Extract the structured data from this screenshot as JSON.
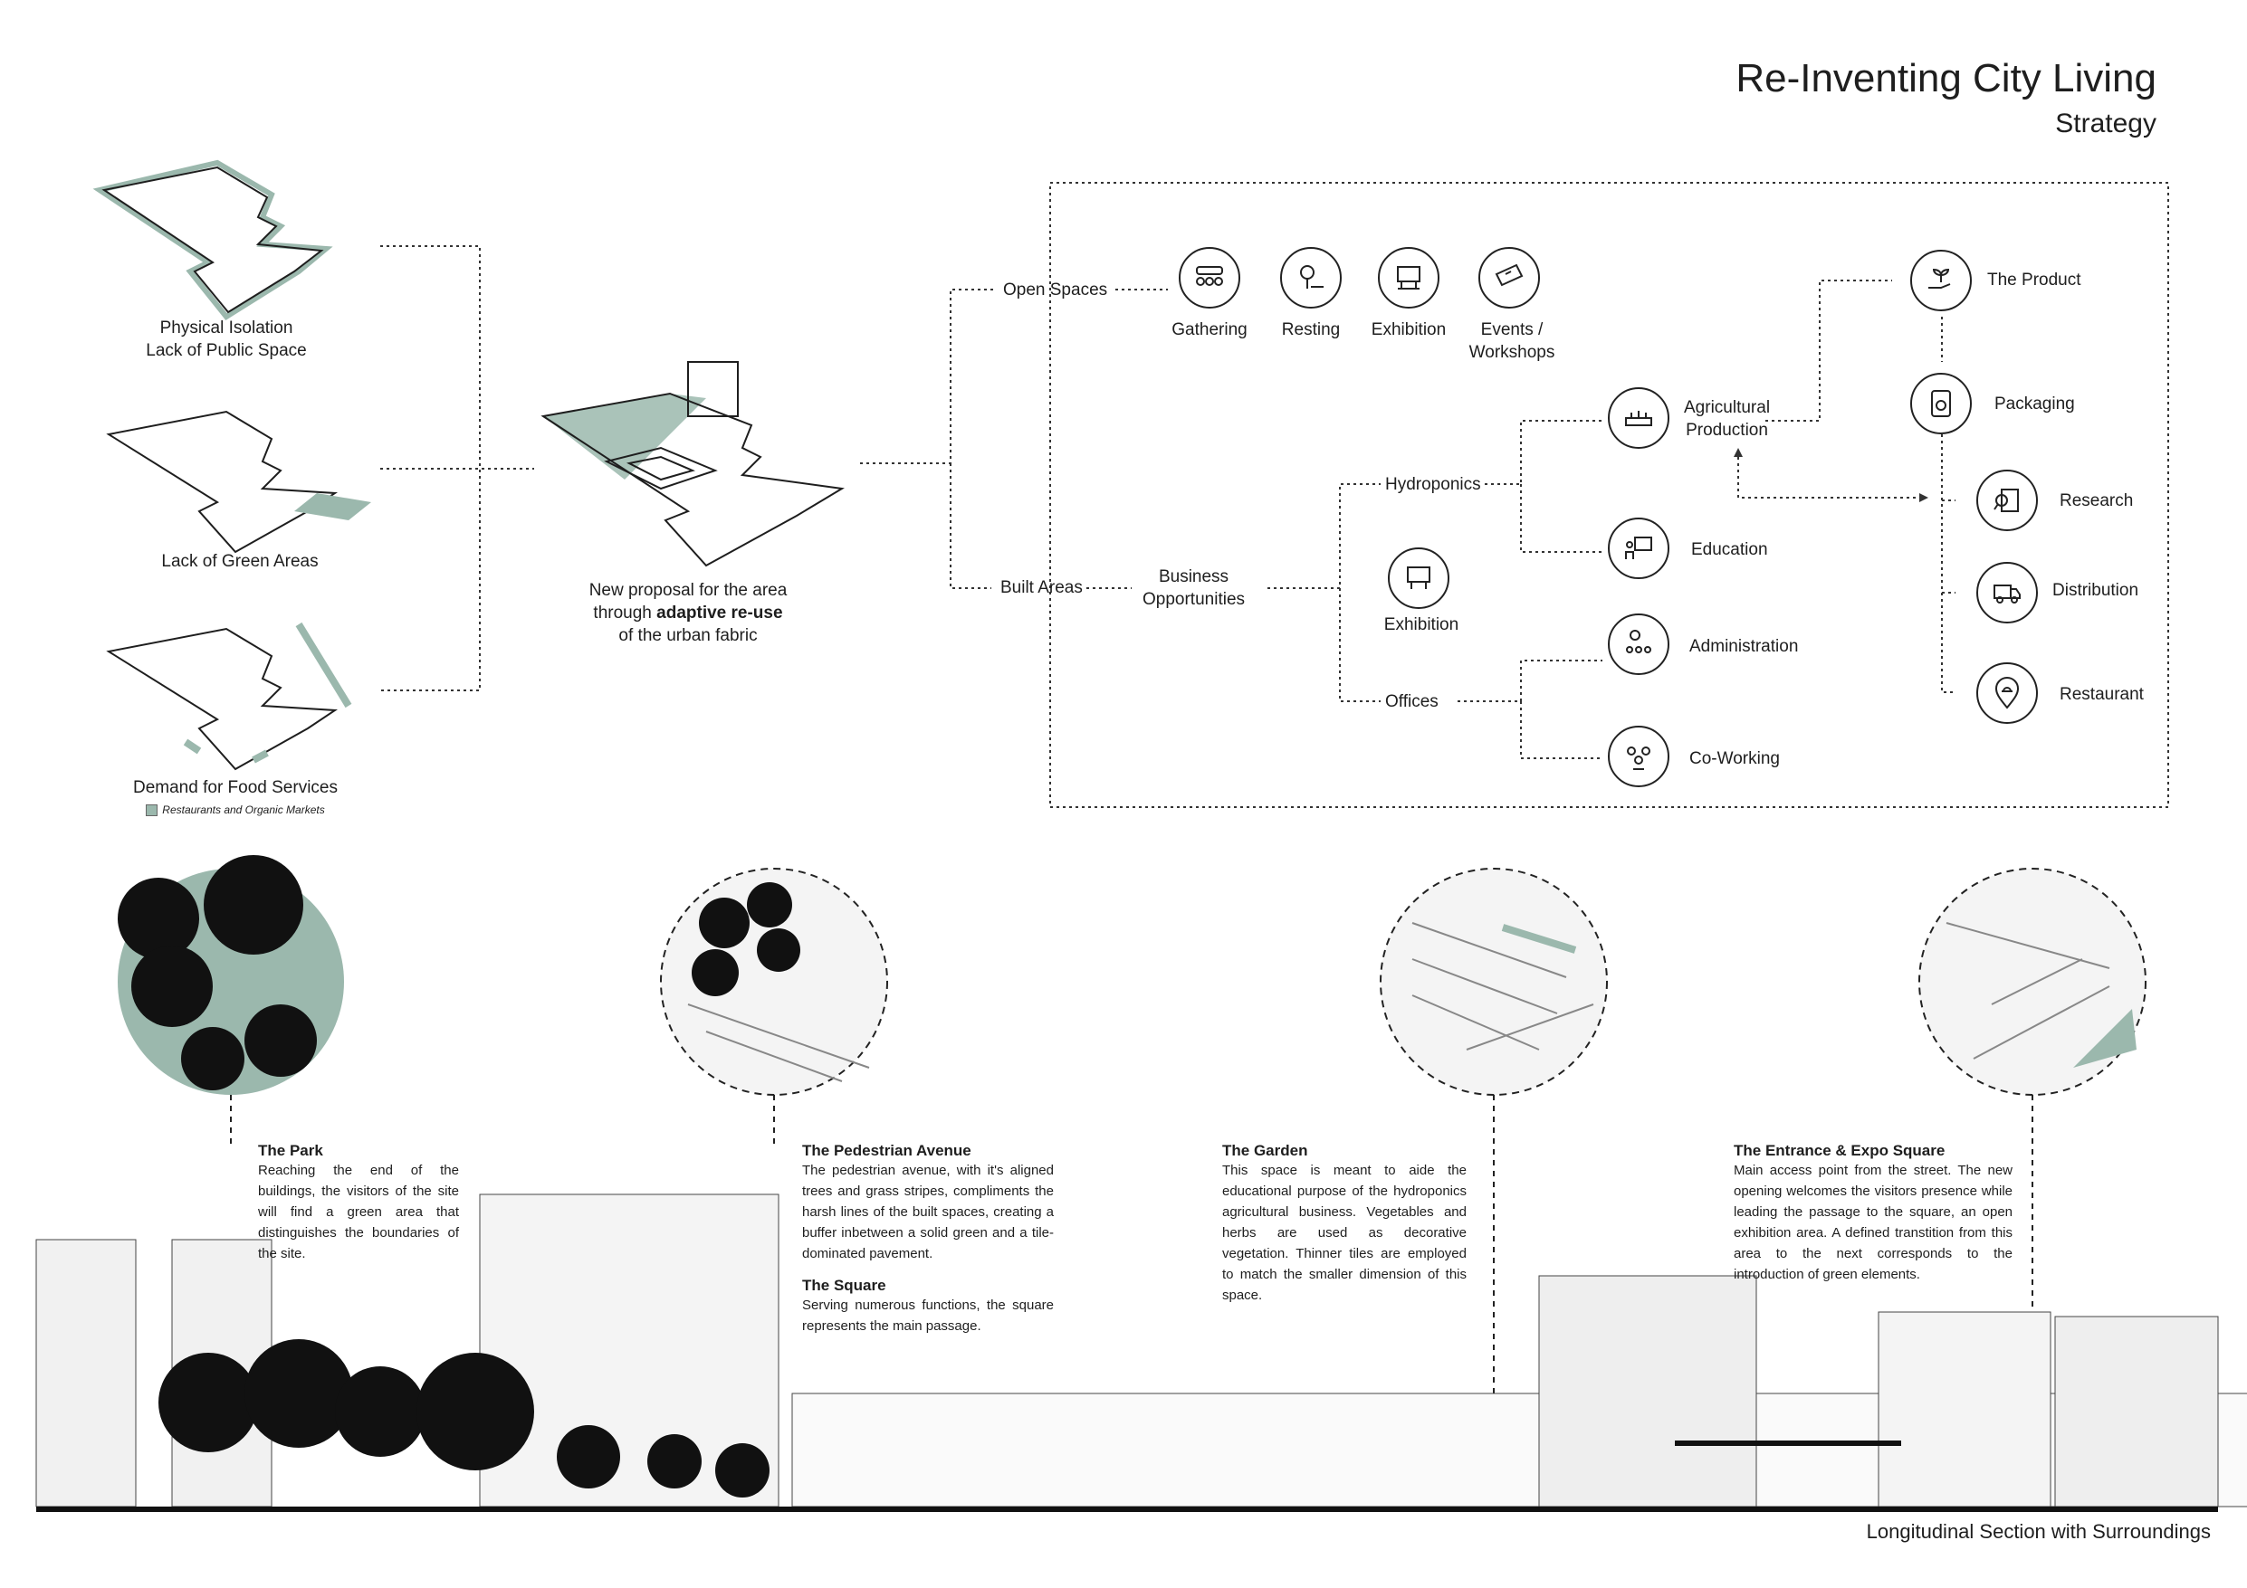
{
  "header": {
    "title": "Re-Inventing City Living",
    "subtitle": "Strategy"
  },
  "issues": [
    {
      "label": "Physical Isolation\nLack of Public Space"
    },
    {
      "label": "Lack of Green Areas"
    },
    {
      "label": "Demand for Food Services",
      "legend": "Restaurants and Organic Markets"
    }
  ],
  "proposal": {
    "pre": "New proposal for the area",
    "mid_pre": "through ",
    "mid_bold": "adaptive re-use",
    "post": "of the urban fabric"
  },
  "branches": {
    "open_spaces": "Open Spaces",
    "built_areas": "Built Areas",
    "business": "Business\nOpportunities",
    "hydroponics": "Hydroponics",
    "offices": "Offices"
  },
  "open_items": [
    {
      "label": "Gathering",
      "icon": "gathering-icon"
    },
    {
      "label": "Resting",
      "icon": "bench-tree-icon"
    },
    {
      "label": "Exhibition",
      "icon": "exhibition-icon"
    },
    {
      "label": "Events /\nWorkshops",
      "icon": "ticket-icon"
    }
  ],
  "business_items": {
    "exhibition": "Exhibition",
    "agri": "Agricultural\nProduction",
    "education": "Education",
    "administration": "Administration",
    "coworking": "Co-Working"
  },
  "chain": {
    "product": "The Product",
    "packaging": "Packaging",
    "research": "Research",
    "distribution": "Distribution",
    "restaurant": "Restaurant"
  },
  "section": {
    "park": {
      "title": "The Park",
      "text": "Reaching the end of the buildings, the visitors of the site will find a green area that distinguishes the boundaries of the site."
    },
    "avenue": {
      "title": "The Pedestrian Avenue",
      "text": "The pedestrian avenue, with it's aligned trees and grass stripes, compliments the harsh lines of the built spaces, creating a buffer inbetween a solid green and a tile-dominated pavement."
    },
    "square": {
      "title": "The Square",
      "text": "Serving numerous functions, the square represents the main passage."
    },
    "garden": {
      "title": "The Garden",
      "text": "This space is meant to aide the educational purpose of the hydroponics agricultural business. Vegetables and herbs are used as decorative vegetation. Thinner tiles are employed to match the smaller dimension of this space."
    },
    "entrance": {
      "title": "The Entrance & Expo Square",
      "text": "Main access point from the street. The new opening welcomes the visitors presence while leading the passage to the square, an open exhibition area. A defined transtition from this area to the next corresponds to the introduction of green elements."
    },
    "caption": "Longitudinal Section with Surroundings"
  },
  "colors": {
    "accent_green": "#9bb8ad",
    "ink": "#1e1e1e"
  }
}
